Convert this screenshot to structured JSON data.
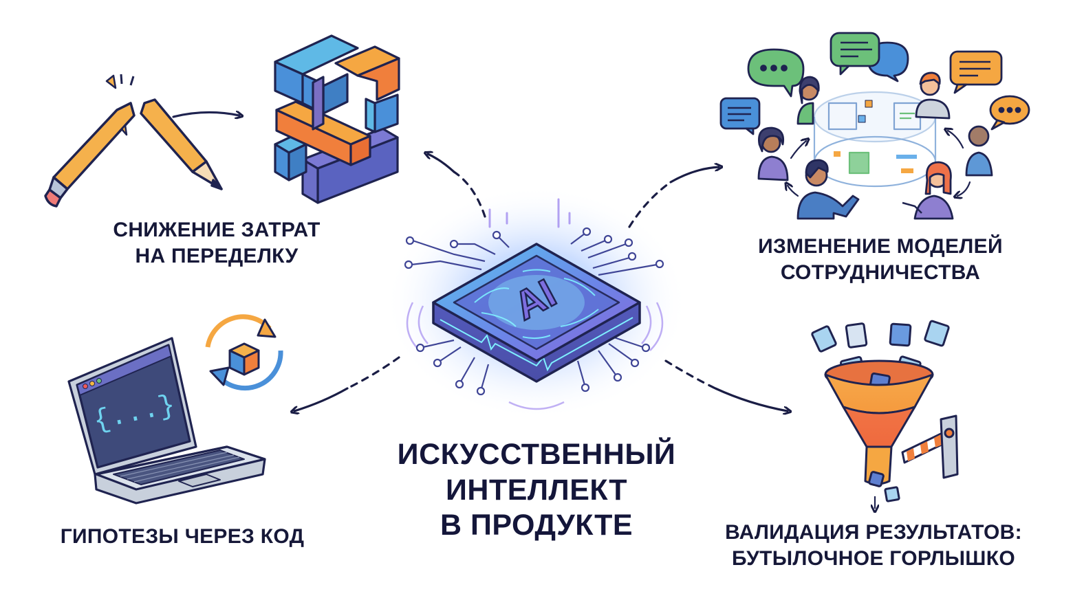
{
  "center": {
    "chip_label": "AI",
    "title_lines": [
      "ИСКУССТВЕННЫЙ",
      "ИНТЕЛЛЕКТ",
      "В ПРОДУКТЕ"
    ]
  },
  "nodes": [
    {
      "position": "top-left",
      "icon": "broken-pencil-to-3d-blocks-icon",
      "lines": [
        "СНИЖЕНИЕ ЗАТРАТ",
        "НА ПЕРЕДЕЛКУ"
      ]
    },
    {
      "position": "top-right",
      "icon": "team-collaboration-circle-icon",
      "lines": [
        "ИЗМЕНЕНИЕ МОДЕЛЕЙ",
        "СОТРУДНИЧЕСТВА"
      ]
    },
    {
      "position": "bottom-left",
      "icon": "laptop-code-cycle-icon",
      "lines": [
        "ГИПОТЕЗЫ ЧЕРЕЗ КОД"
      ],
      "screen_text": "{...}"
    },
    {
      "position": "bottom-right",
      "icon": "funnel-barrier-icon",
      "lines": [
        "ВАЛИДАЦИЯ РЕЗУЛЬТАТОВ:",
        "БУТЫЛОЧНОЕ ГОРЛЫШКО"
      ]
    }
  ],
  "colors": {
    "text": "#161838",
    "outline": "#1f2350",
    "blue": "#4a90d9",
    "light_blue": "#5bb8e8",
    "orange": "#f08a3c",
    "yellow_orange": "#f5a742",
    "purple": "#7b6fc4",
    "indigo": "#5a5fb8",
    "green": "#6cc07a",
    "cyan_glow": "#6fe3f0",
    "chip_purple": "#6a5fd0"
  }
}
